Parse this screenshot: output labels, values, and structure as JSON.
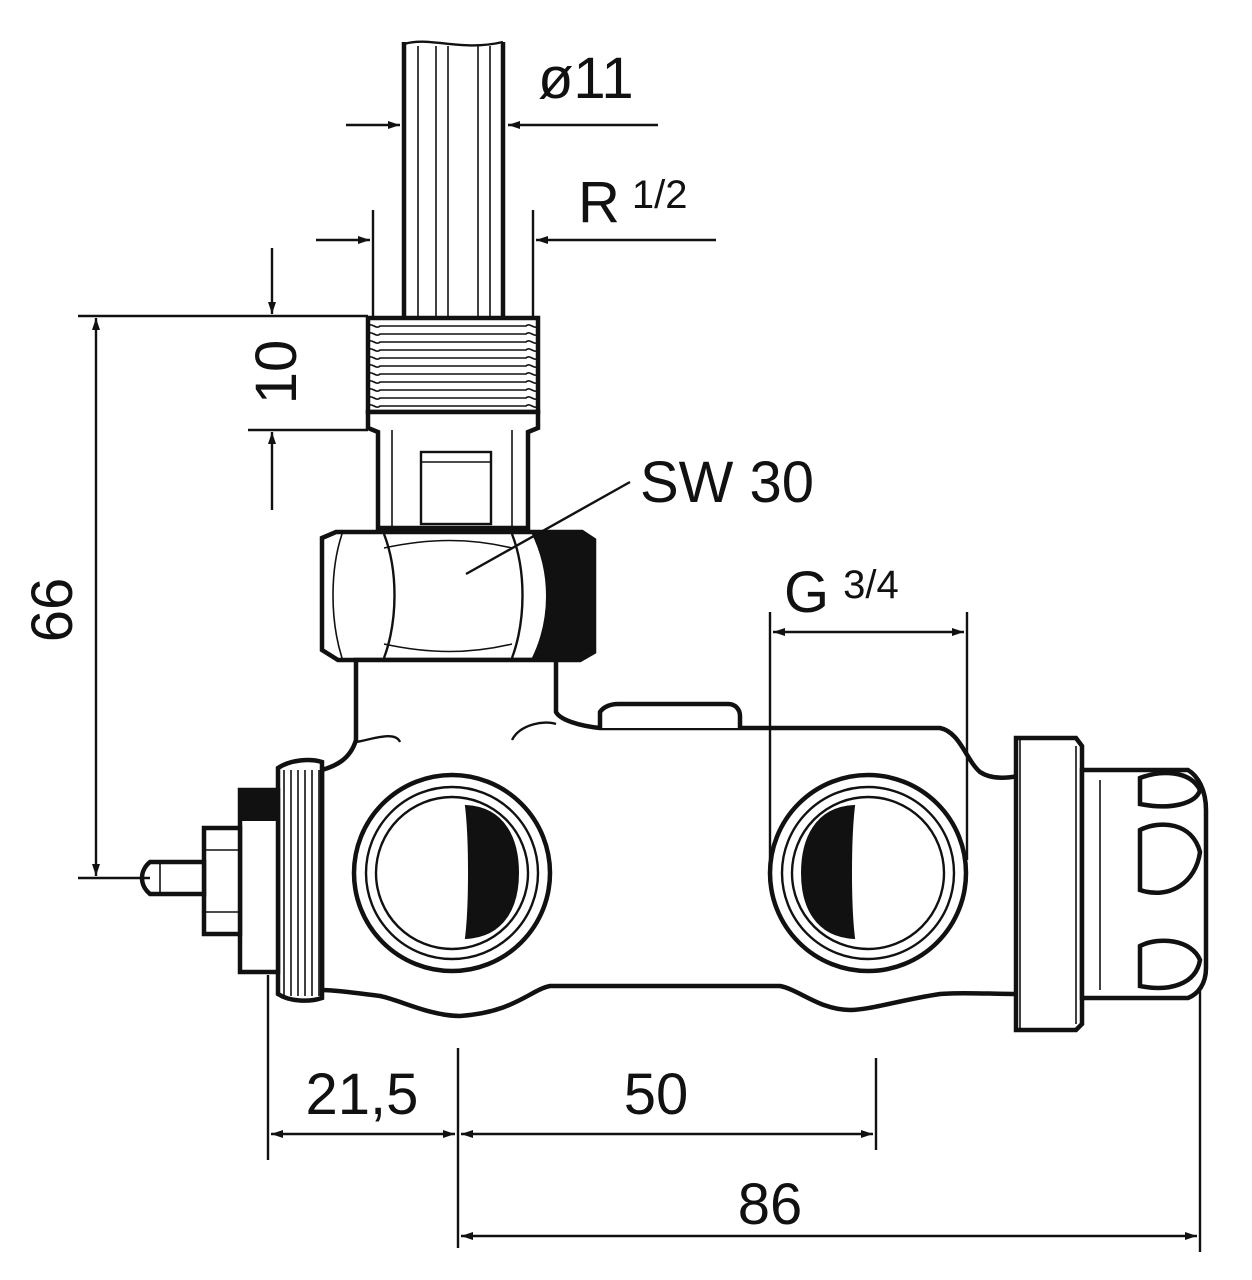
{
  "dimensions": {
    "pipe_diameter": "ø11",
    "thread_r": "R",
    "thread_r_frac": "1/2",
    "thread_length": "10",
    "wrench_size": "SW 30",
    "port_thread": "G",
    "port_thread_frac": "3/4",
    "total_height": "66",
    "offset_left": "21,5",
    "port_spacing": "50",
    "total_length": "86"
  },
  "colors": {
    "ink": "#111111",
    "paper": "#ffffff"
  }
}
